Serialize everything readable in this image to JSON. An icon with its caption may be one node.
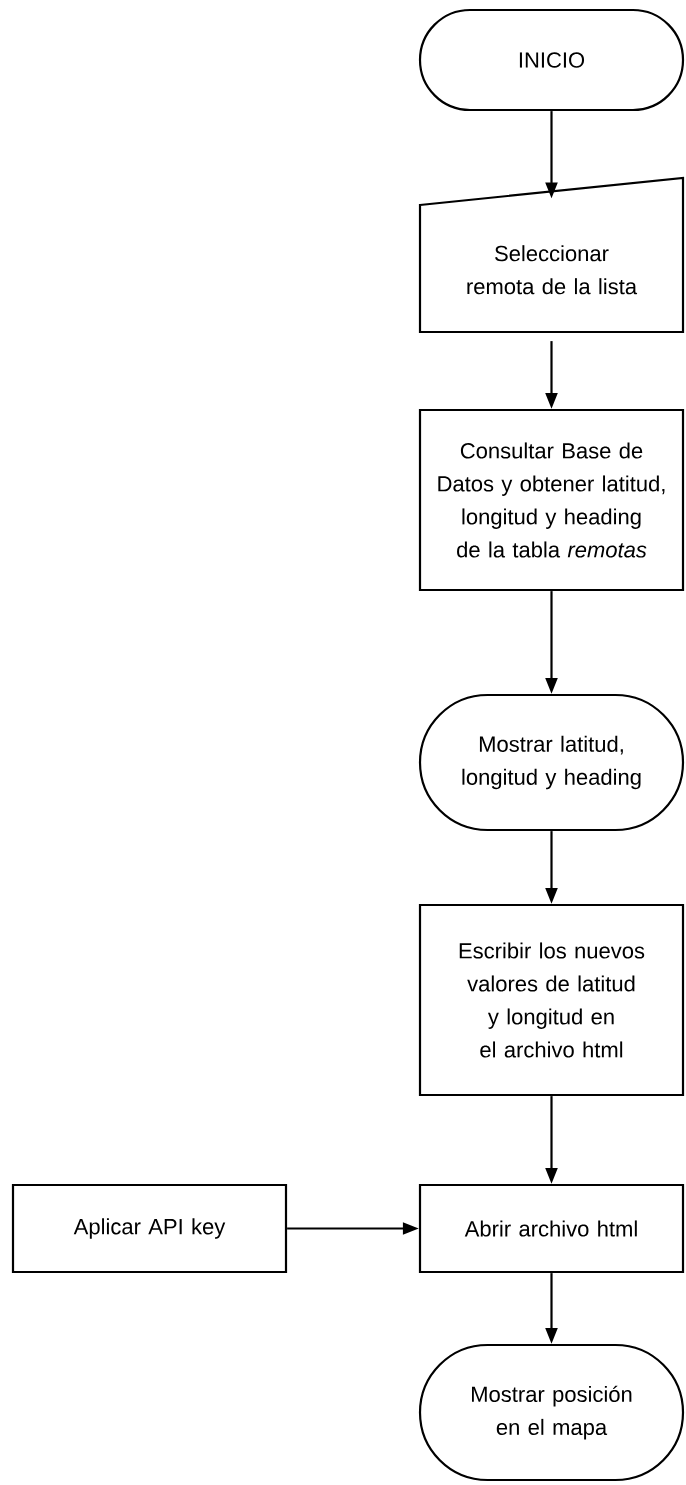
{
  "diagram": {
    "nodes": [
      {
        "text": [
          "INICIO"
        ]
      },
      {
        "text": [
          "Seleccionar remota de la lista"
        ]
      },
      {
        "text": [
          "Consultar Base de Datos y obtener latitud, longitud y heading de la tabla *remotas*"
        ]
      },
      {
        "text": [
          "Mostrar latitud, longitud y heading"
        ]
      },
      {
        "text": [
          "Escribir los nuevos valores de latitud y longitud en el archivo html"
        ]
      },
      {
        "text": [
          "Abrir archivo html"
        ]
      },
      {
        "text": [
          "Aplicar API key"
        ]
      },
      {
        "text": [
          "Mostrar posición en el mapa"
        ]
      }
    ],
    "edges": [
      {
        "from": 0,
        "to": 1,
        "arrow": "to"
      },
      {
        "from": 1,
        "to": 2,
        "arrow": "to"
      },
      {
        "from": 2,
        "to": 3,
        "arrow": "to"
      },
      {
        "from": 3,
        "to": 4,
        "arrow": "to"
      },
      {
        "from": 4,
        "to": 5,
        "arrow": "to"
      },
      {
        "from": 6,
        "to": 5,
        "arrow": "to"
      },
      {
        "from": 5,
        "to": 7,
        "arrow": "to"
      }
    ]
  }
}
